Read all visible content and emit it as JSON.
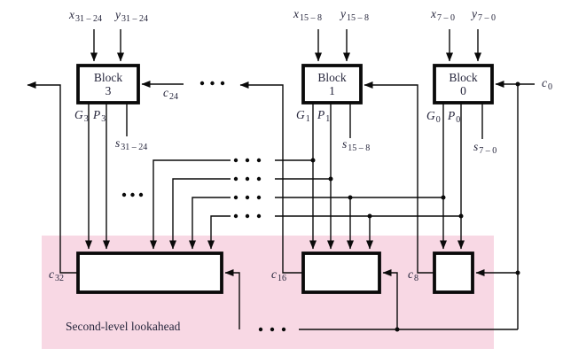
{
  "region": {
    "label": "Second-level lookahead"
  },
  "colors": {
    "region_fill": "#f8d8e4",
    "label_ink": "#26263c",
    "line_ink": "#0a0a0a"
  },
  "blocks": {
    "b3": {
      "line1": "Block",
      "line2": "3"
    },
    "b1": {
      "line1": "Block",
      "line2": "1"
    },
    "b0": {
      "line1": "Block",
      "line2": "0"
    }
  },
  "labels": {
    "x31": {
      "base": "x",
      "sub": "31 – 24"
    },
    "y31": {
      "base": "y",
      "sub": "31 – 24"
    },
    "x15": {
      "base": "x",
      "sub": "15 – 8"
    },
    "y15": {
      "base": "y",
      "sub": "15 – 8"
    },
    "x7": {
      "base": "x",
      "sub": "7 – 0"
    },
    "y7": {
      "base": "y",
      "sub": "7 – 0"
    },
    "c24": {
      "base": "c",
      "sub": "24"
    },
    "c0": {
      "base": "c",
      "sub": "0"
    },
    "g3": {
      "base": "G",
      "sub": "3"
    },
    "p3": {
      "base": "P",
      "sub": "3"
    },
    "g1": {
      "base": "G",
      "sub": "1"
    },
    "p1": {
      "base": "P",
      "sub": "1"
    },
    "g0": {
      "base": "G",
      "sub": "0"
    },
    "p0": {
      "base": "P",
      "sub": "0"
    },
    "s31": {
      "base": "s",
      "sub": "31 – 24"
    },
    "s15": {
      "base": "s",
      "sub": "15 – 8"
    },
    "s7": {
      "base": "s",
      "sub": "7 – 0"
    },
    "c32": {
      "base": "c",
      "sub": "32"
    },
    "c16": {
      "base": "c",
      "sub": "16"
    },
    "c8": {
      "base": "c",
      "sub": "8"
    }
  }
}
